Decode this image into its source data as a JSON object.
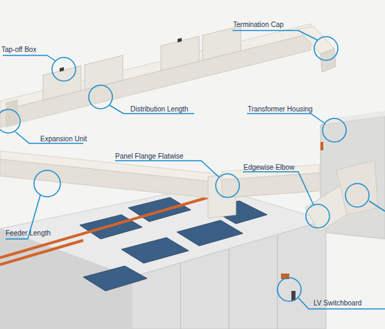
{
  "diagram": {
    "labels": [
      "Tap-off Box",
      "Termination Cap",
      "Distribution Length",
      "Transformer Housing",
      "Expansion Unit",
      "Panel Flange Flatwise",
      "Edgewise Elbow",
      "Feeder Length",
      "LV Switchboard"
    ]
  }
}
